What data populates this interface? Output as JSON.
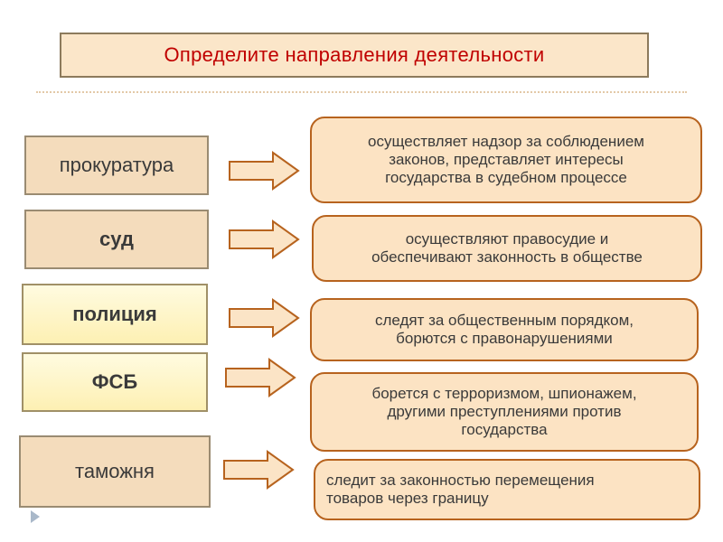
{
  "title": "Определите направления деятельности",
  "rows": [
    {
      "name": "прокуратура",
      "description": "осуществляет надзор за соблюдением\nзаконов, представляет интересы\nгосударства в судебном процессе"
    },
    {
      "name": "суд",
      "description": "осуществляют правосудие и\nобеспечивают законность в обществе"
    },
    {
      "name": "полиция",
      "description": "следят за общественным порядком,\nборются с правонарушениями"
    },
    {
      "name": "ФСБ",
      "description": "борется с терроризмом, шпионажем,\nдругими преступлениями против\nгосударства"
    },
    {
      "name": "таможня",
      "description": "следит за законностью перемещения\nтоваров через границу"
    }
  ],
  "colors": {
    "title_text": "#c00000",
    "box_tan": "#f4dcbc",
    "box_yellow": "#fdf0b3",
    "desc_fill": "#fce3c3",
    "desc_border": "#b7631e",
    "arrow_fill": "#fbe4c6"
  },
  "icons": {
    "arrow": "right-arrow-icon",
    "nav": "play-triangle-icon"
  }
}
